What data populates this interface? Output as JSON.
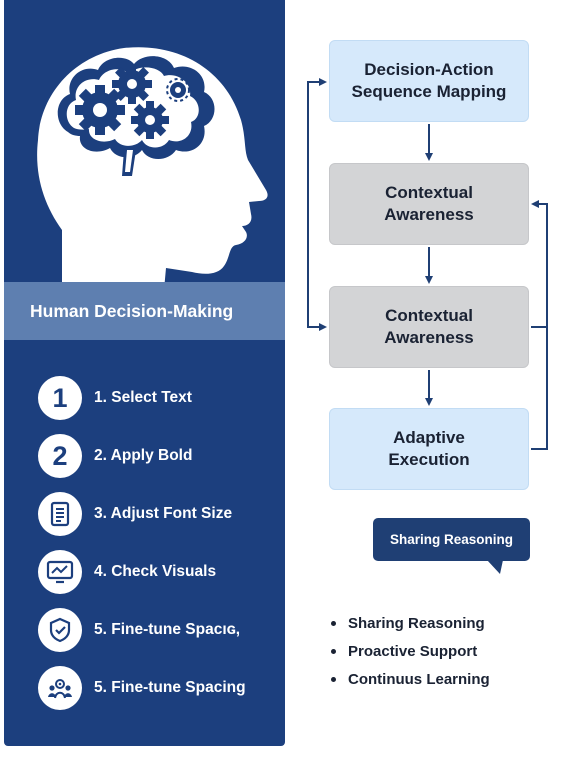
{
  "left_panel": {
    "title": "Human Decision-Making",
    "steps": [
      {
        "badge": "1",
        "icon": "number-one",
        "label": "1. Select Text"
      },
      {
        "badge": "2",
        "icon": "number-two",
        "label": "2. Apply Bold"
      },
      {
        "badge": "",
        "icon": "document-icon",
        "label": "3. Adjust Font Size"
      },
      {
        "badge": "",
        "icon": "monitor-icon",
        "label": "4. Check Visuals"
      },
      {
        "badge": "",
        "icon": "shield-check-icon",
        "label": "5. Fine-tune Spacıɢ,"
      },
      {
        "badge": "",
        "icon": "people-target-icon",
        "label": "5. Fine-tune Spacing"
      }
    ]
  },
  "flow": {
    "boxes": [
      {
        "line1": "Decision-Action",
        "line2": "Sequence Mapping",
        "color": "#d6e9fb"
      },
      {
        "line1": "Contextual",
        "line2": "Awareness",
        "color": "#d3d4d6"
      },
      {
        "line1": "Contextual",
        "line2": "Awareness",
        "color": "#d3d4d6"
      },
      {
        "line1": "Adaptive",
        "line2": "Execution",
        "color": "#d6e9fb"
      }
    ]
  },
  "callout": {
    "text": "Sharing Reasoning",
    "color": "#1f3f74"
  },
  "bullets": [
    "Sharing Reasoning",
    "Proactive Support",
    "Continuus Learning"
  ],
  "colors": {
    "panel": "#1c3f7e",
    "band": "#5e7fb0",
    "arrow": "#1f3f74"
  }
}
